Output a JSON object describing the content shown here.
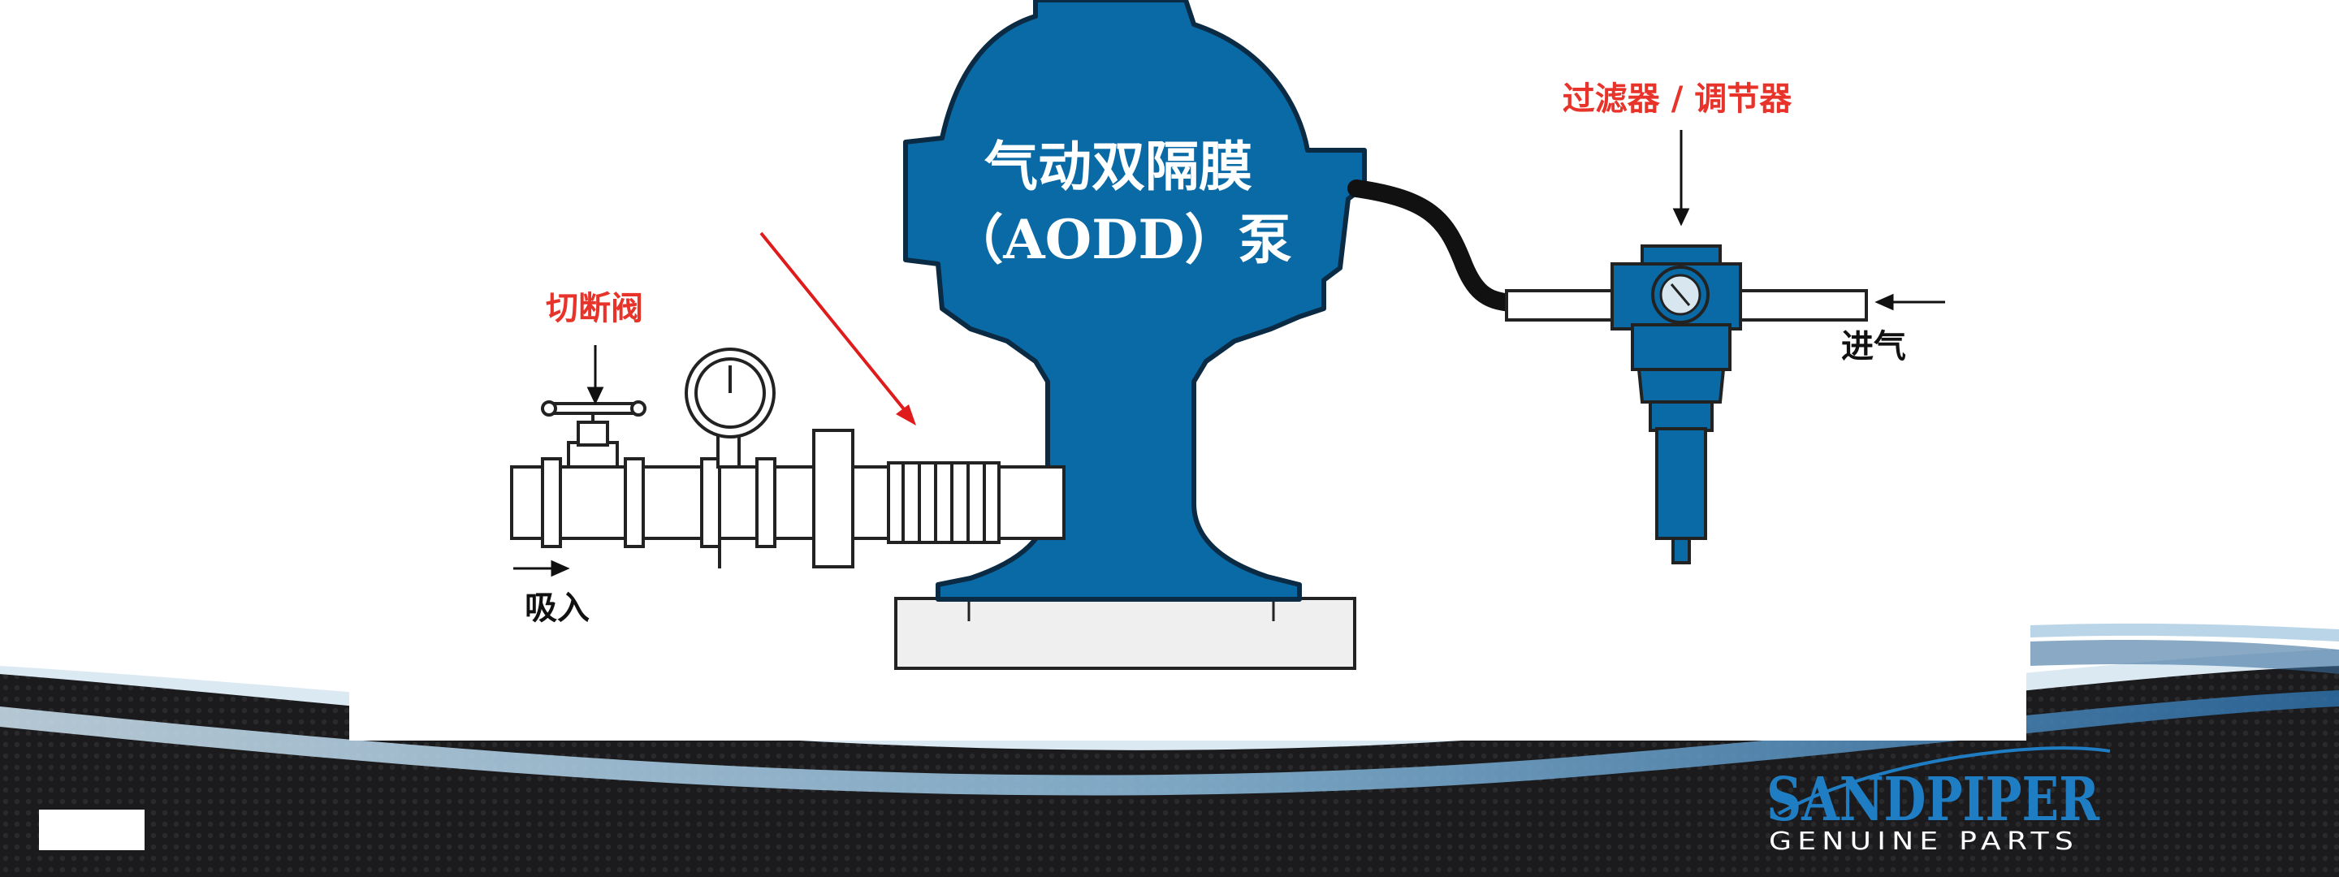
{
  "diagram": {
    "pump_label_line1": "气动双隔膜",
    "pump_label_line2": "（AODD）泵",
    "shutoff_valve_label": "切断阀",
    "filter_regulator_label": "过滤器 / 调节器",
    "suction_label": "吸入",
    "air_inlet_label": "进气"
  },
  "branding": {
    "logo_name": "SANDPIPER",
    "logo_tagline": "GENUINE PARTS"
  },
  "colors": {
    "pump_blue": "#0a6aa6",
    "label_red": "#e8332a",
    "arrow_red": "#e01b1b",
    "footer_dark": "#1b1b1d",
    "brand_blue": "#1f7dc4"
  }
}
